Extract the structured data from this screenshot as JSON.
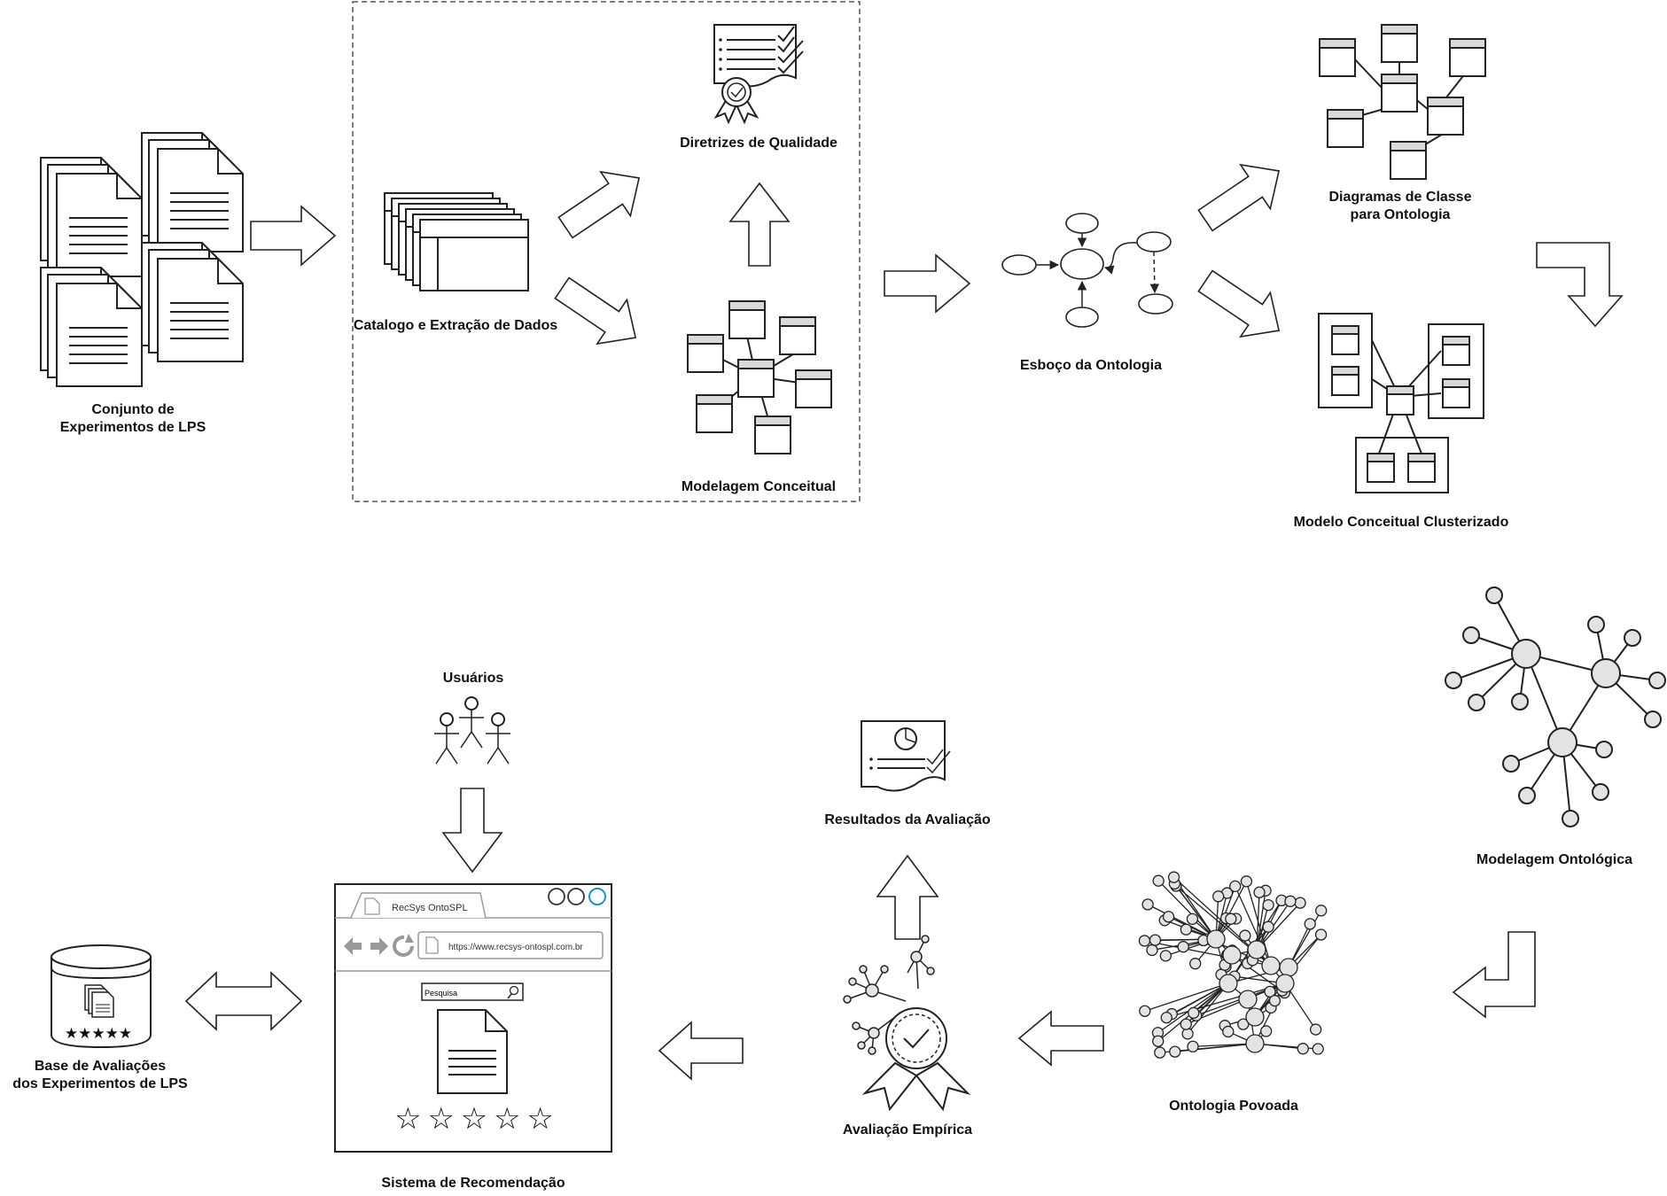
{
  "labels": {
    "conjunto_line1": "Conjunto de",
    "conjunto_line2": "Experimentos de LPS",
    "catalogo": "Catalogo e Extração de Dados",
    "diretrizes": "Diretrizes de Qualidade",
    "modelagem_conceitual": "Modelagem Conceitual",
    "esboco": "Esboço da Ontologia",
    "diagramas_line1": "Diagramas de Classe",
    "diagramas_line2": "para Ontologia",
    "modelo_clusterizado": "Modelo Conceitual Clusterizado",
    "modelagem_ontologica": "Modelagem Ontológica",
    "ontologia_povoada": "Ontologia Povoada",
    "avaliacao_empirica": "Avaliação Empírica",
    "resultados": "Resultados da Avaliação",
    "usuarios": "Usuários",
    "sistema": "Sistema de Recomendação",
    "base_line1": "Base de Avaliações",
    "base_line2": "dos Experimentos de LPS"
  },
  "browser": {
    "tab_title": "RecSys OntoSPL",
    "url": "https://www.recsys-ontospl.com.br",
    "search_placeholder": "Pesquisa",
    "stars": "☆ ☆ ☆ ☆ ☆"
  },
  "database": {
    "stars": "★★★★★"
  },
  "icons": {
    "documents": "document-stack-icon",
    "catalog": "card-stack-icon",
    "certificate": "certificate-icon",
    "class_diagram": "class-diagram-icon",
    "ontology_sketch": "ontology-sketch-icon",
    "network": "network-graph-icon",
    "dense_network": "dense-graph-icon",
    "award": "award-badge-icon",
    "report": "report-icon",
    "users": "users-icon",
    "browser": "browser-window-icon",
    "database": "database-icon"
  }
}
